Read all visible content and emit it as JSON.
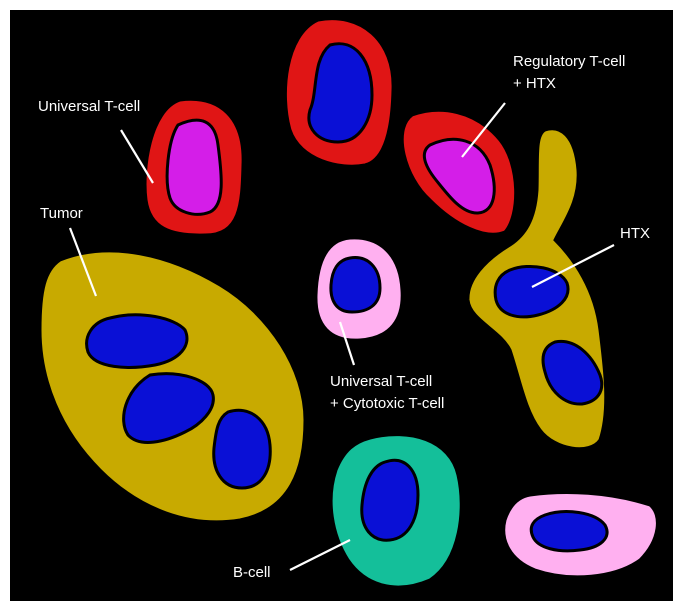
{
  "labels": {
    "universal_t_cell": "Universal T-cell",
    "regulatory_t_cell_line1": "Regulatory T-cell",
    "regulatory_t_cell_line2": "+ HTX",
    "tumor": "Tumor",
    "htx": "HTX",
    "universal_cytotoxic_line1": "Universal T-cell",
    "universal_cytotoxic_line2": "+ Cytotoxic T-cell",
    "b_cell": "B-cell"
  },
  "colors": {
    "background": "#000000",
    "universal_t_cell": "#e01515",
    "magenta_nucleus": "#d41ee8",
    "nucleus": "#0a10d6",
    "tumor": "#c8aa00",
    "pink_cell": "#ffb0f0",
    "b_cell": "#14bf9a",
    "label_text": "#ffffff"
  }
}
